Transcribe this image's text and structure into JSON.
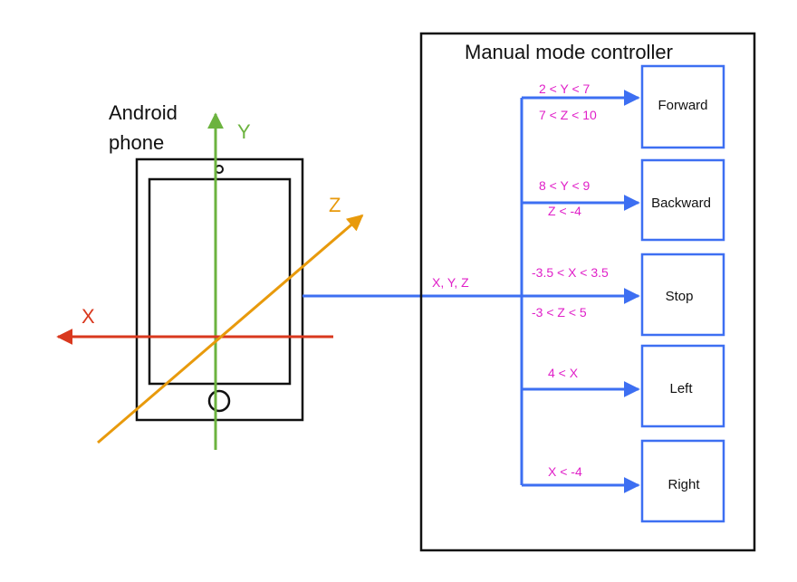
{
  "phone": {
    "label_line1": "Android",
    "label_line2": "phone"
  },
  "axes": {
    "x_label": "X",
    "y_label": "Y",
    "z_label": "Z"
  },
  "signal_label": "X, Y, Z",
  "controller": {
    "title": "Manual mode controller",
    "commands": [
      {
        "name": "forward",
        "label": "Forward",
        "cond_above": "2 < Y < 7",
        "cond_below": "7 < Z < 10"
      },
      {
        "name": "backward",
        "label": "Backward",
        "cond_above": "8 < Y < 9",
        "cond_below": "Z < -4"
      },
      {
        "name": "stop",
        "label": "Stop",
        "cond_above": "-3.5 < X < 3.5",
        "cond_below": "-3 < Z < 5"
      },
      {
        "name": "left",
        "label": "Left",
        "cond_above": "4 < X",
        "cond_below": ""
      },
      {
        "name": "right",
        "label": "Right",
        "cond_above": "X < -4",
        "cond_below": ""
      }
    ]
  },
  "colors": {
    "x_axis": "#d9381e",
    "y_axis": "#6cb33f",
    "z_axis": "#e89a0c",
    "flow": "#3d6ff2",
    "condition_text": "#e020c8",
    "outline": "#111111"
  }
}
